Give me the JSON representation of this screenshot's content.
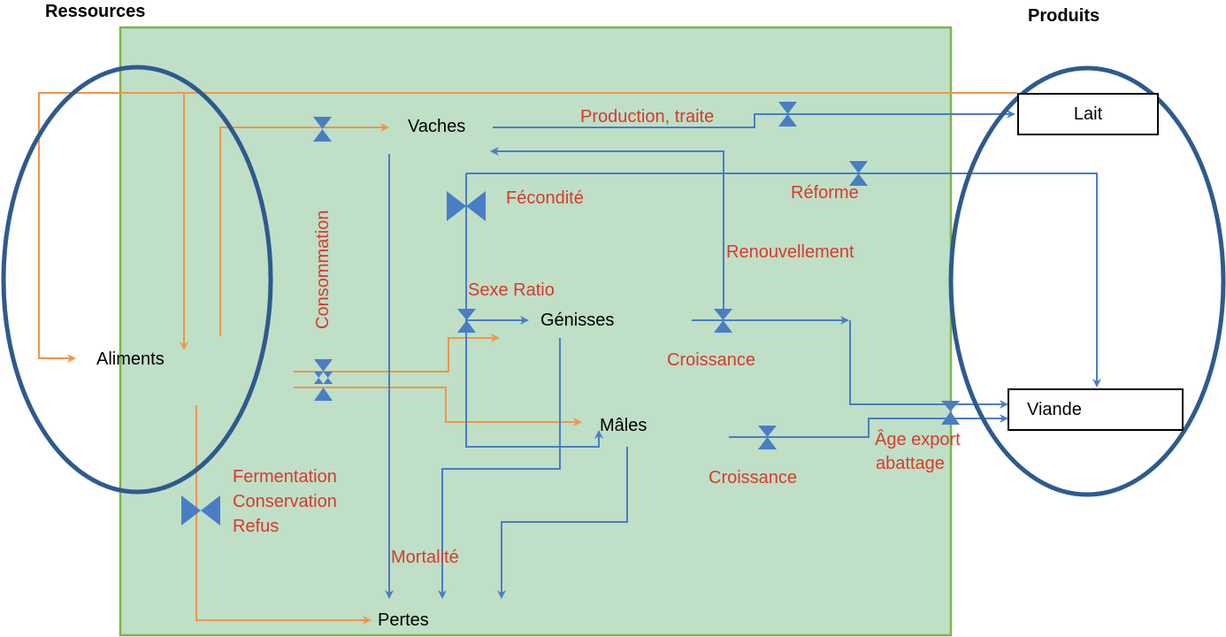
{
  "colors": {
    "system_fill": "#bfdfc7",
    "system_border": "#7ab648",
    "ellipse": "#2e5a8e",
    "resource_flow": "#f0964a",
    "animal_flow": "#4a7ec4",
    "valve": "#4a7ec4",
    "flow_label": "#d93a2b"
  },
  "headers": {
    "resources": "Ressources",
    "products": "Produits"
  },
  "stocks": {
    "aliments": "Aliments",
    "vaches": "Vaches",
    "genisses": "Génisses",
    "males": "Mâles",
    "pertes": "Pertes"
  },
  "products": {
    "lait": "Lait",
    "viande": "Viande"
  },
  "flows": {
    "consommation": "Consommation",
    "production": "Production, traite",
    "fecondite": "Fécondité",
    "reforme": "Réforme",
    "renouvellement": "Renouvellement",
    "sexe_ratio": "Sexe Ratio",
    "croissance_genisses": "Croissance",
    "croissance_males": "Croissance",
    "age_export_1": "Âge export",
    "age_export_2": "abattage",
    "fermentation_1": "Fermentation",
    "fermentation_2": "Conservation",
    "fermentation_3": "Refus",
    "mortalite": "Mortalité"
  }
}
